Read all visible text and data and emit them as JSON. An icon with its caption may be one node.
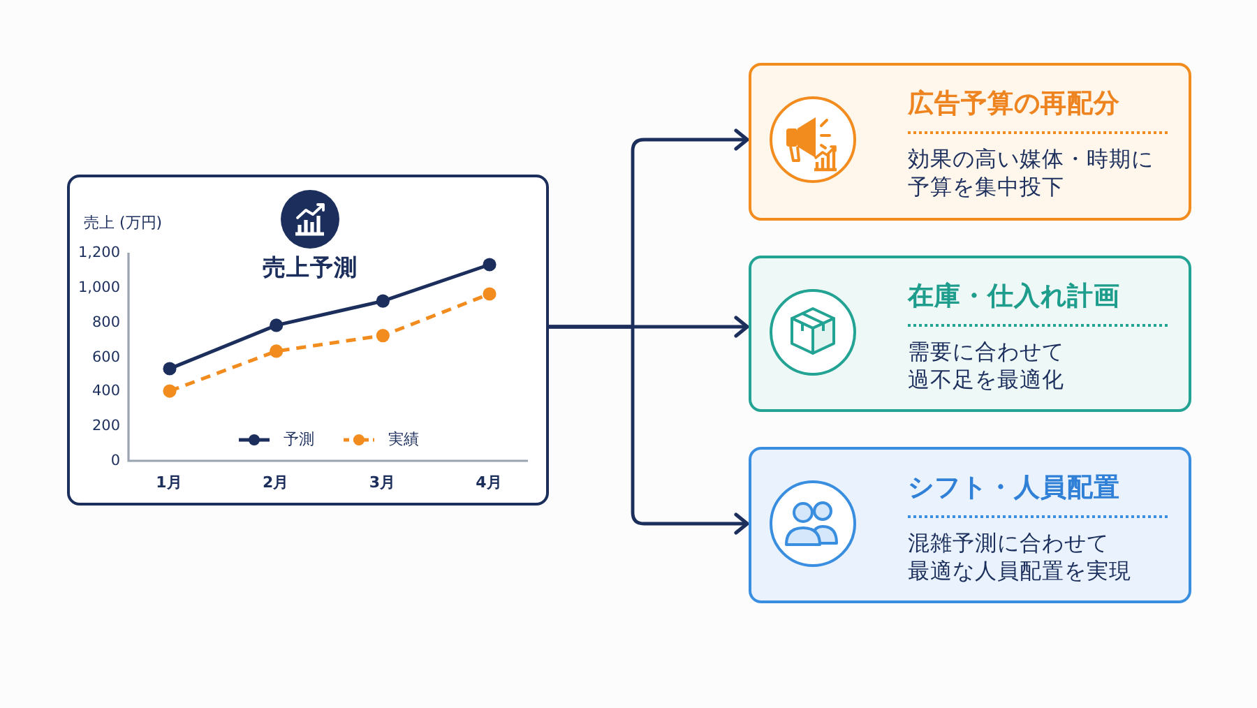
{
  "diagram": {
    "nodes": [
      {
        "text": [
          "売上予測"
        ]
      },
      {
        "text": [
          "広告予算の再配分",
          "効果の高い媒体・時期に予算を集中投下"
        ]
      },
      {
        "text": [
          "在庫・仕入れ計画",
          "需要に合わせて過不足を最適化"
        ]
      },
      {
        "text": [
          "シフト・人員配置",
          "混雑予測に合わせて最適な人員配置を実現"
        ]
      }
    ],
    "edges": [
      {
        "from": 0,
        "to": 1,
        "arrow": "to"
      },
      {
        "from": 0,
        "to": 2,
        "arrow": "to"
      },
      {
        "from": 0,
        "to": 3,
        "arrow": "to"
      }
    ],
    "chart_data": {
      "type": "line",
      "ylabel": "売上 (万円)",
      "categories": [
        "1月",
        "2月",
        "3月",
        "4月"
      ],
      "series": [
        {
          "name": "予測",
          "color": "#1c2f5c",
          "values": [
            530,
            780,
            920,
            1130
          ],
          "line_style": "solid",
          "marker": "circle"
        },
        {
          "name": "実績",
          "color": "#f28c1e",
          "values": [
            400,
            630,
            720,
            960
          ],
          "line_style": "dashed",
          "marker": "circle"
        }
      ],
      "ylim": [
        0,
        1200
      ],
      "yticks": [
        0,
        200,
        400,
        600,
        800,
        {
          "value": 1000,
          "label": "1,000"
        },
        {
          "value": 1200,
          "label": "1,200"
        }
      ],
      "legend": "bottom"
    }
  }
}
